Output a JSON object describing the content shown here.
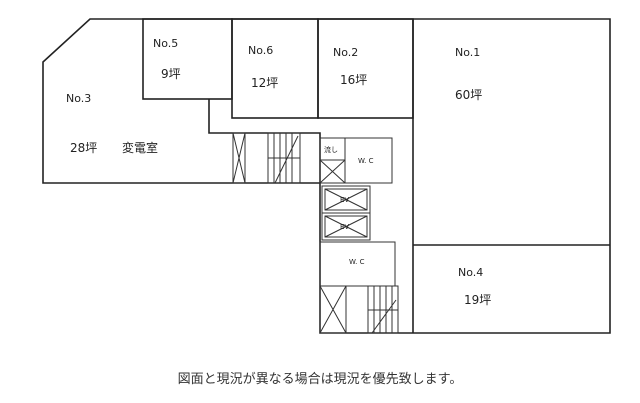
{
  "rooms": [
    {
      "id": "No.1",
      "size": "60坪"
    },
    {
      "id": "No.2",
      "size": "16坪"
    },
    {
      "id": "No.3",
      "size": "28坪",
      "note": "変電室"
    },
    {
      "id": "No.4",
      "size": "19坪"
    },
    {
      "id": "No.5",
      "size": "9坪"
    },
    {
      "id": "No.6",
      "size": "12坪"
    }
  ],
  "fixtures": {
    "sink": "流し",
    "wc": "W. C",
    "ev": "EV"
  },
  "caption": "図面と現況が異なる場合は現況を優先致します。"
}
